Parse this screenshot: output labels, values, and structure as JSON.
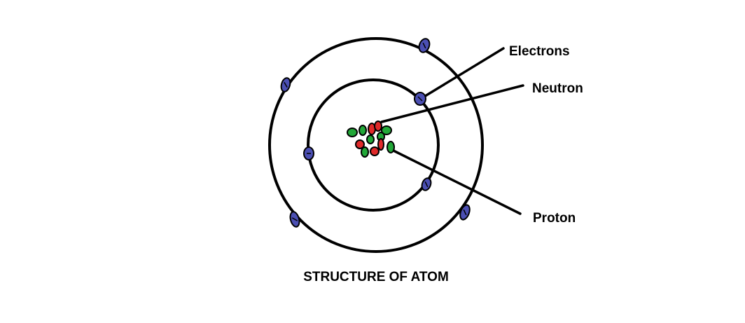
{
  "diagram": {
    "title": "STRUCTURE OF ATOM",
    "labels": {
      "electrons": "Electrons",
      "neutron": "Neutron",
      "proton": "Proton"
    },
    "colors": {
      "electron": "#4b4fb3",
      "neutron": "#22a838",
      "proton": "#e02a2a",
      "line": "#000000"
    }
  }
}
